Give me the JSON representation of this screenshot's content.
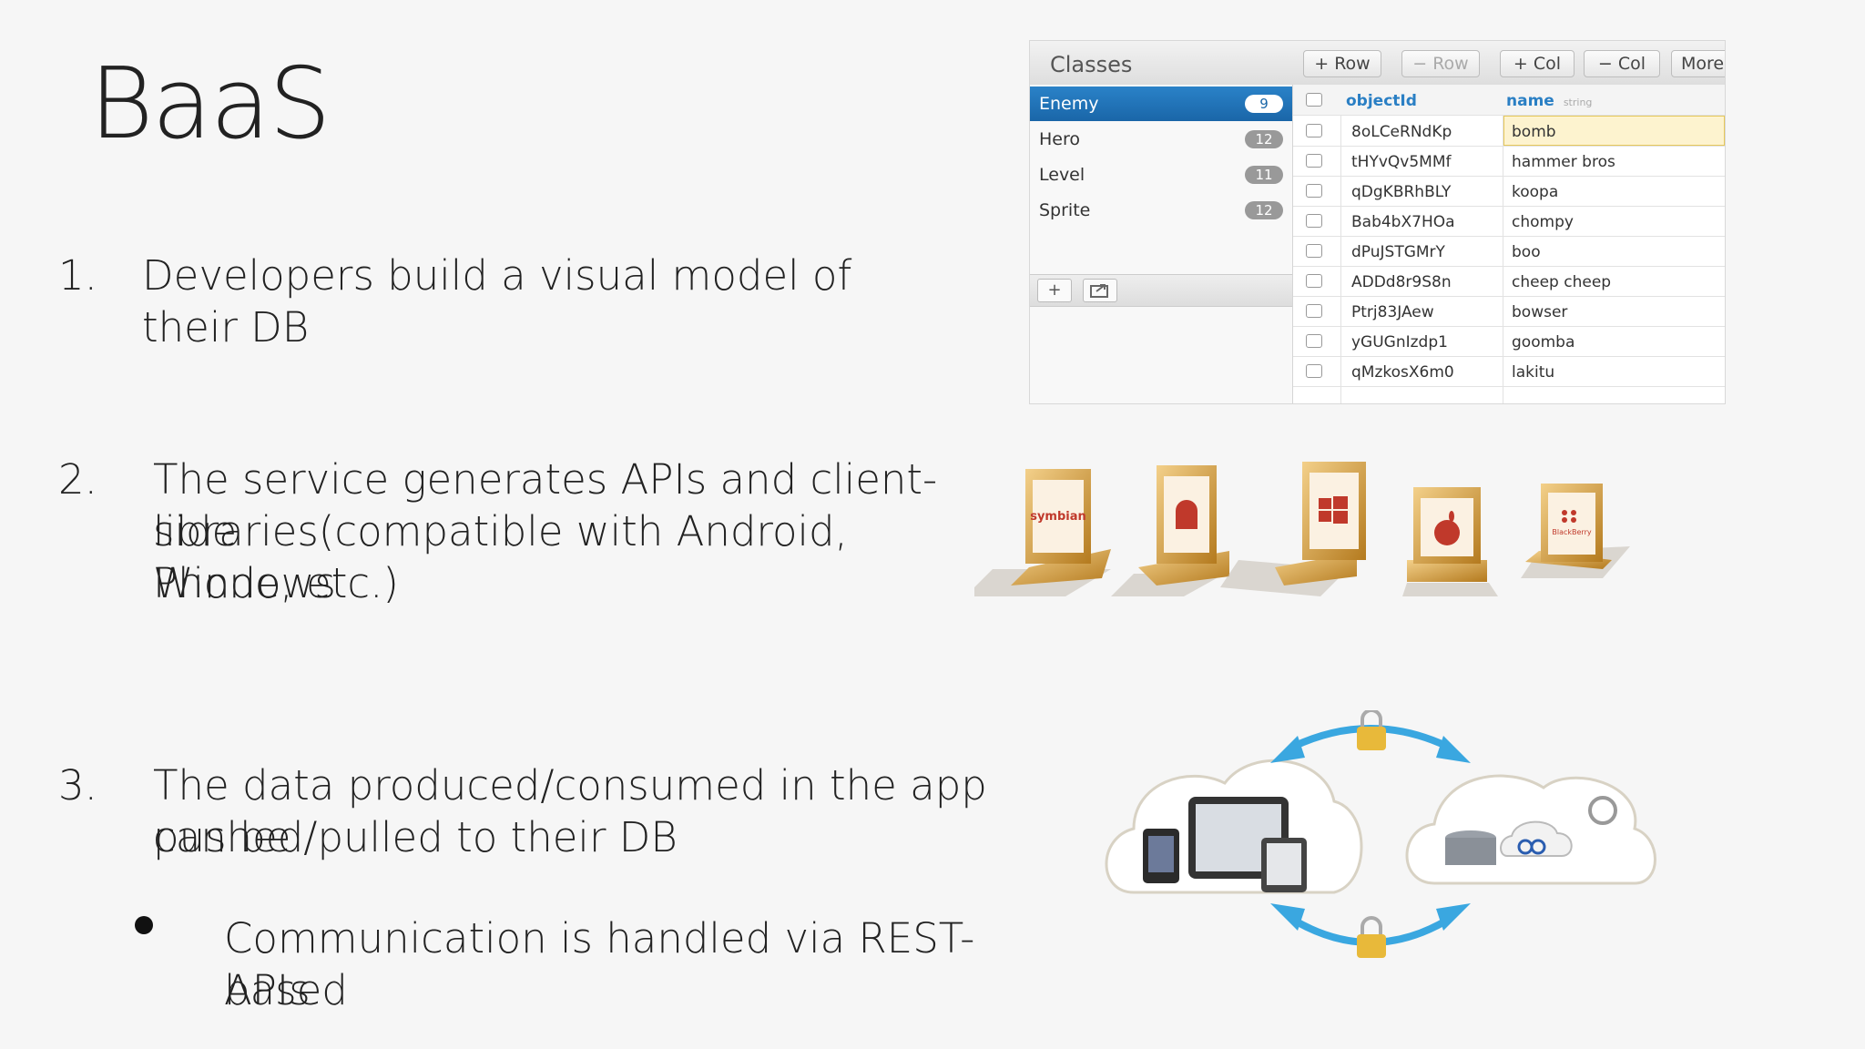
{
  "slide": {
    "title": "BaaS",
    "points": [
      {
        "num": "1.",
        "text": "Developers build a visual model of their DB"
      },
      {
        "num": "2.",
        "text_lines": [
          "The service generates APIs and client-side",
          "libraries(compatible with  Android, Windows",
          "Phone, etc.)"
        ]
      },
      {
        "num": "3.",
        "text_lines": [
          "The data produced/consumed in the app can be",
          "pushed/pulled to their DB"
        ]
      }
    ],
    "bullet": {
      "text_lines": [
        "Communication is handled via REST-based",
        "APIs"
      ]
    }
  },
  "db_panel": {
    "header_label": "Classes",
    "toolbar": [
      {
        "label": "+ Row",
        "enabled": true
      },
      {
        "label": "− Row",
        "enabled": false
      },
      {
        "label": "+ Col",
        "enabled": true
      },
      {
        "label": "− Col",
        "enabled": true
      },
      {
        "label": "More",
        "enabled": true
      }
    ],
    "classes": [
      {
        "name": "Enemy",
        "count": "9",
        "selected": true
      },
      {
        "name": "Hero",
        "count": "12",
        "selected": false
      },
      {
        "name": "Level",
        "count": "11",
        "selected": false
      },
      {
        "name": "Sprite",
        "count": "12",
        "selected": false
      }
    ],
    "columns": [
      {
        "name": "objectId",
        "type": ""
      },
      {
        "name": "name",
        "type": "string"
      }
    ],
    "rows": [
      {
        "objectId": "8oLCeRNdKp",
        "name": "bomb"
      },
      {
        "objectId": "tHYvQv5MMf",
        "name": "hammer bros"
      },
      {
        "objectId": "qDgKBRhBLY",
        "name": "koopa"
      },
      {
        "objectId": "Bab4bX7HOa",
        "name": "chompy"
      },
      {
        "objectId": "dPuJSTGMrY",
        "name": "boo"
      },
      {
        "objectId": "ADDd8r9S8n",
        "name": "cheep cheep"
      },
      {
        "objectId": "Ptrj83JAew",
        "name": "bowser"
      },
      {
        "objectId": "yGUGnIzdp1",
        "name": "goomba"
      },
      {
        "objectId": "qMzkosX6m0",
        "name": "lakitu"
      }
    ]
  },
  "platforms": [
    {
      "icon": "symbian-icon",
      "label": "symbian"
    },
    {
      "icon": "android-icon",
      "label": ""
    },
    {
      "icon": "windows-phone-icon",
      "label": ""
    },
    {
      "icon": "apple-icon",
      "label": ""
    },
    {
      "icon": "blackberry-icon",
      "label": "BlackBerry"
    }
  ],
  "colors": {
    "background": "#f6f6f6",
    "selected_class": "#1a66a8",
    "header_link": "#2a7fc4",
    "highlight_cell": "#fdf3cf",
    "arrow": "#3aa7e0",
    "plaque_gold": "#d9a441"
  }
}
